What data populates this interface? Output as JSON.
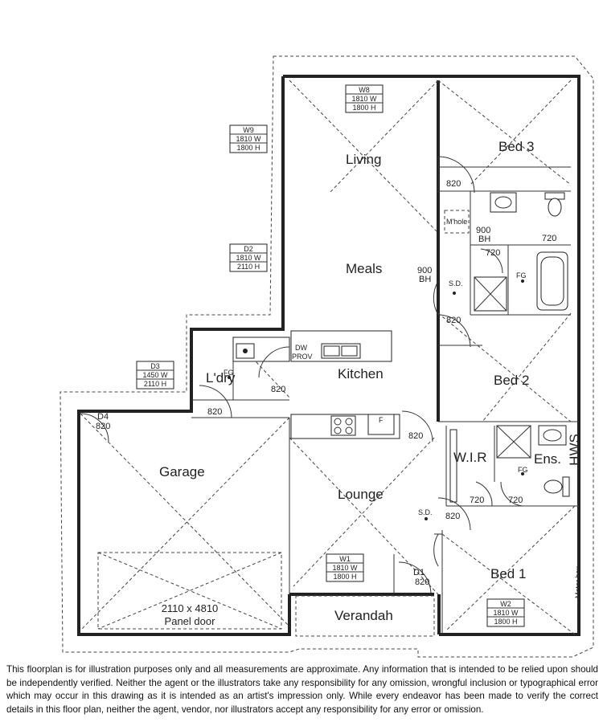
{
  "rooms": {
    "living": "Living",
    "meals": "Meals",
    "kitchen": "Kitchen",
    "bed3": "Bed 3",
    "bed2": "Bed 2",
    "bed1": "Bed 1",
    "ldry": "L'dry",
    "garage": "Garage",
    "lounge": "Lounge",
    "wir": "W.I.R",
    "ens": "Ens.",
    "verandah": "Verandah",
    "hws": "HWS"
  },
  "windows": {
    "w8": {
      "id": "W8",
      "w": "1810 W",
      "h": "1800 H"
    },
    "w9": {
      "id": "W9",
      "w": "1810 W",
      "h": "1800 H"
    },
    "d2": {
      "id": "D2",
      "w": "1810 W",
      "h": "2110 H"
    },
    "d3": {
      "id": "D3",
      "w": "1450 W",
      "h": "2110 H"
    },
    "w1": {
      "id": "W1",
      "w": "1810 W",
      "h": "1800 H"
    },
    "w2": {
      "id": "W2",
      "w": "1810 W",
      "h": "1800 H"
    }
  },
  "doors": {
    "bed3": "820",
    "bed2": "820",
    "ldry_a": "820",
    "ldry_b": "820",
    "lounge_hall": "820",
    "bed1": "820",
    "d1": "D1",
    "d1_size": "820",
    "d4": "D4",
    "d4_size": "820",
    "bath_a": "720",
    "bath_b": "720",
    "wir": "720",
    "ens": "720"
  },
  "fixtures": {
    "mhole": "M'hole",
    "bh_a_1": "900",
    "bh_a_2": "BH",
    "bh_b_1": "900",
    "bh_b_2": "BH",
    "fg1": "FG",
    "fg2": "FG",
    "fg3": "FG",
    "sd1": "S.D.",
    "sd2": "S.D.",
    "dw": "DW",
    "prov": "PROV",
    "f": "F",
    "meter_box": "Meter box"
  },
  "garage_door": {
    "size": "2110 x 4810",
    "label": "Panel door"
  },
  "disclaimer": "This floorplan is for illustration purposes only and all measurements are approximate. Any information that is intended to be relied upon should be independently verified. Neither the agent or the illustrators take any responsibility for any omission, wrongful inclusion or typographical error which may occur in this drawing as it is intended as an artist's impression only. While every endeavor has been made to verify the correct details in this floor plan, neither the agent, vendor, nor illustrators accept any responsibility for any error or omission."
}
